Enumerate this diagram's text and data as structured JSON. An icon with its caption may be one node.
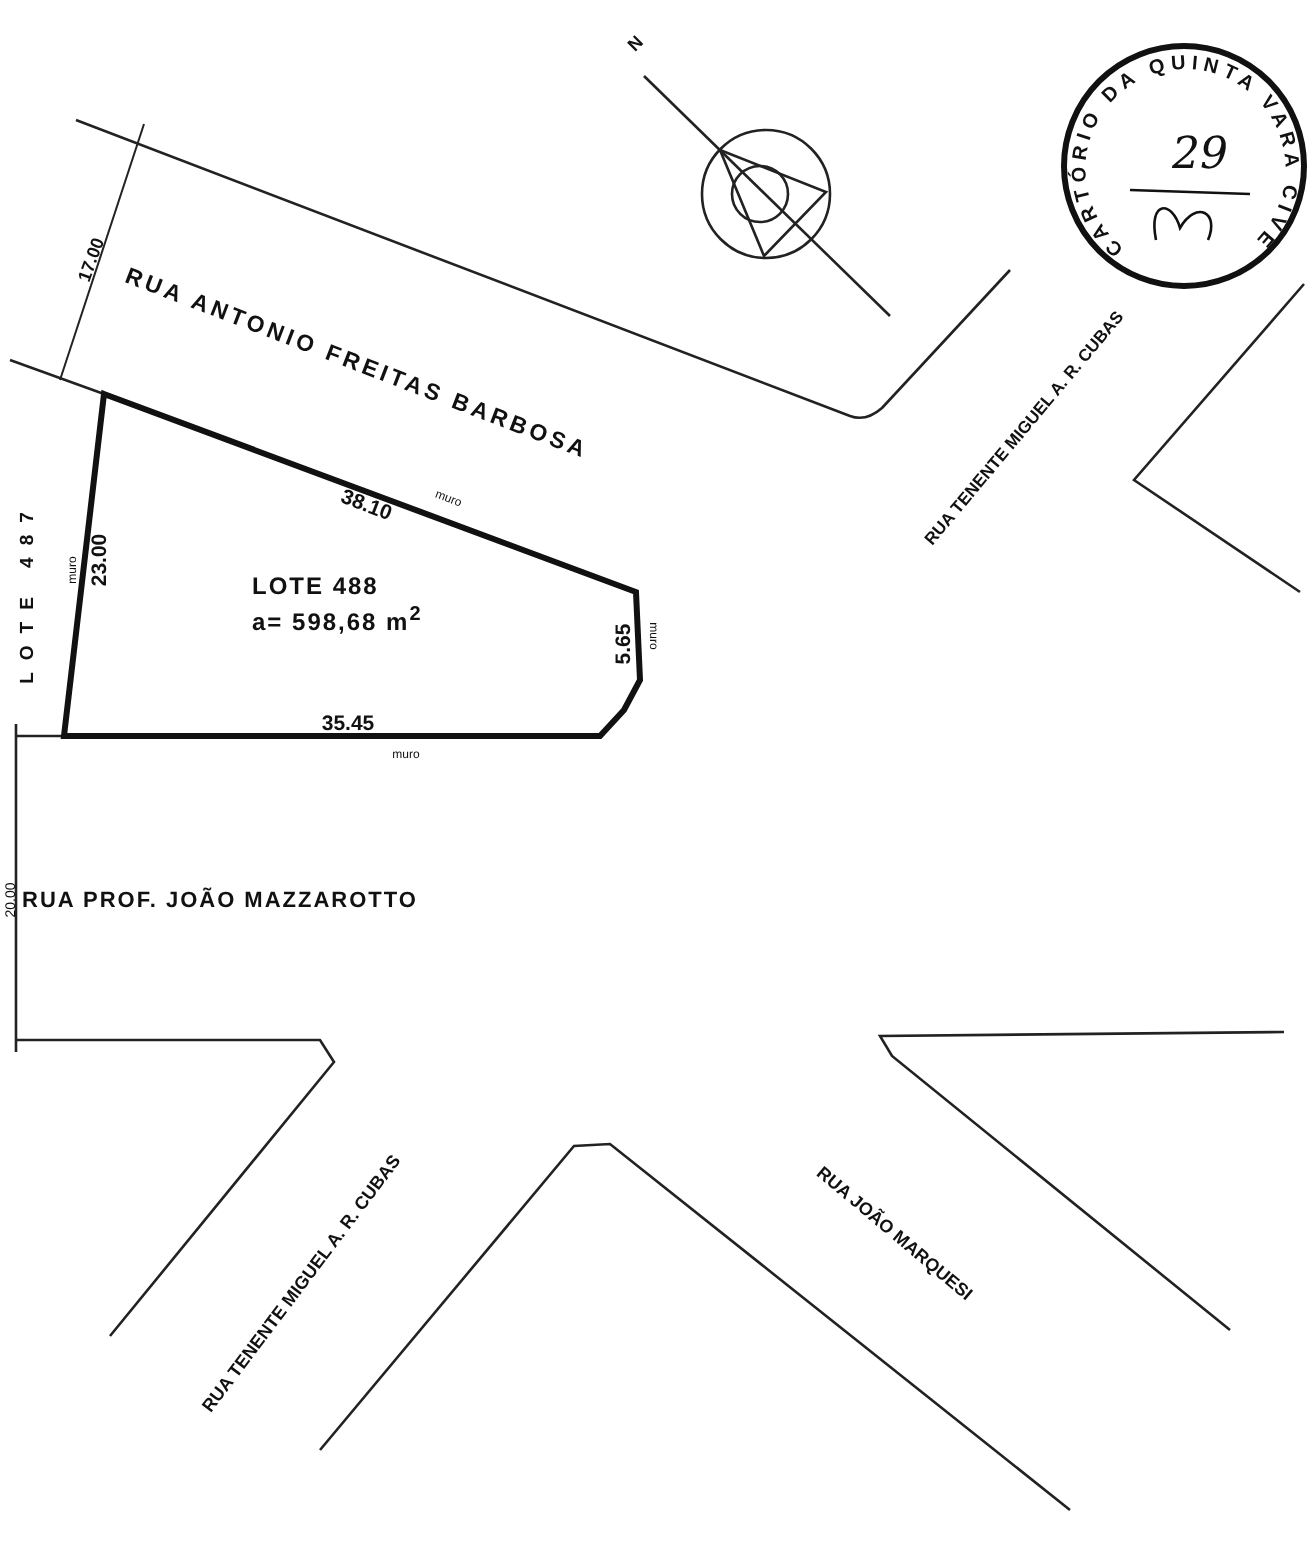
{
  "diagram": {
    "nodes": [
      {
        "text": [
          "LOTE 488",
          "a= 598,68 m$^{2}$"
        ]
      }
    ],
    "labels": [
      "N",
      "CARTÓRIO DA QUINTA VARA CIVEL",
      "29",
      "17.00",
      "RUA ANTONIO FREITAS BARBOSA",
      "RUA TENENTE MIGUEL A. R. CUBAS",
      "38.10",
      "muro",
      "LOTE 487",
      "muro",
      "23.00",
      "5.65",
      "muro",
      "35.45",
      "muro",
      "20.00",
      "RUA PROF. JOÃO MAZZAROTTO",
      "RUA TENENTE MIGUEL A. R. CUBAS",
      "RUA JOÃO MARQUESI"
    ]
  }
}
